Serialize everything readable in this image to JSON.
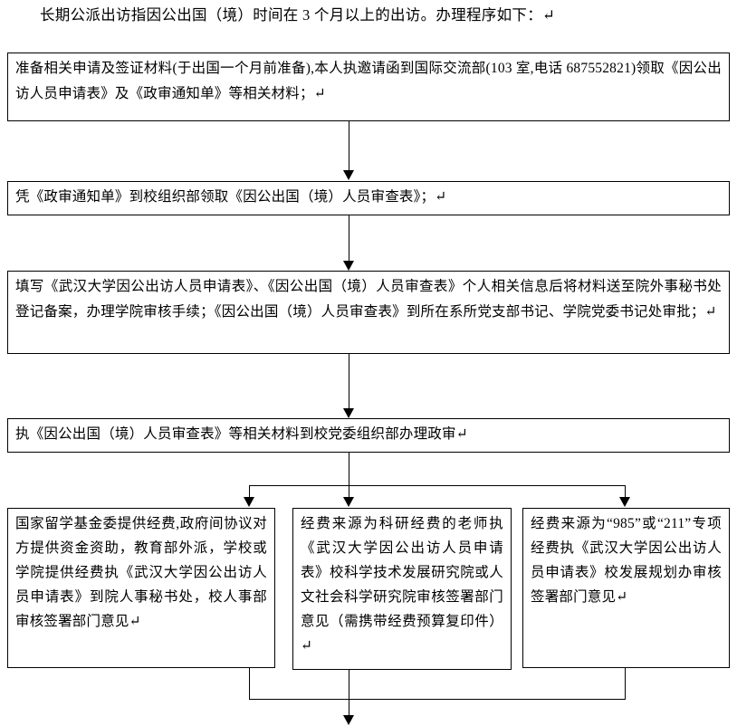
{
  "document": {
    "intro": "长期公派出访指因公出国（境）时间在 3 个月以上的出访。办理程序如下：↵"
  },
  "flowchart": {
    "type": "flowchart",
    "orientation": "top-to-bottom",
    "steps": [
      {
        "id": "step-1",
        "order": 1,
        "text": "准备相关申请及签证材料(于出国一个月前准备),本人执邀请函到国际交流部(103 室,电话 687552821)领取《因公出访人员申请表》及《政审通知单》等相关材料；↵"
      },
      {
        "id": "step-2",
        "order": 2,
        "text": "凭《政审通知单》到校组织部领取《因公出国（境）人员审查表》；↵"
      },
      {
        "id": "step-3",
        "order": 3,
        "text": "填写《武汉大学因公出访人员申请表》、《因公出国（境）人员审查表》个人相关信息后将材料送至院外事秘书处登记备案，办理学院审核手续；《因公出国（境）人员审查表》到所在系所党支部书记、学院党委书记处审批；↵"
      },
      {
        "id": "step-4",
        "order": 4,
        "text": "执《因公出国（境）人员审查表》等相关材料到校党委组织部办理政审↵"
      }
    ],
    "branches": [
      {
        "id": "branch-left",
        "position": "left",
        "text": "国家留学基金委提供经费,政府间协议对方提供资金资助，教育部外派，学校或学院提供经费执《武汉大学因公出访人员申请表》到院人事秘书处，校人事部审核签署部门意见↵"
      },
      {
        "id": "branch-middle",
        "position": "middle",
        "text": "经费来源为科研经费的老师执《武汉大学因公出访人员申请表》校科学技术发展研究院或人文社会科学研究院审核签署部门意见（需携带经费预算复印件）↵"
      },
      {
        "id": "branch-right",
        "position": "right",
        "text": "经费来源为“985”或“211”专项经费执《武汉大学因公出访人员申请表》校发展规划办审核签署部门意见↵"
      }
    ]
  },
  "colors": {
    "line": "#000000",
    "box_fill": "#ffffff",
    "text": "#000000"
  }
}
